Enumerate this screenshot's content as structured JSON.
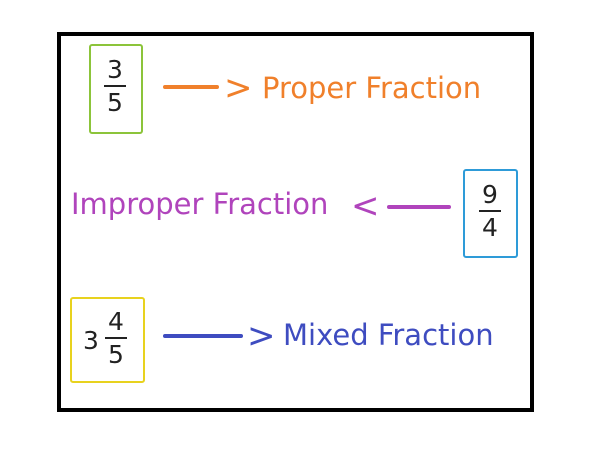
{
  "colors": {
    "proper": "#F0802B",
    "improper": "#B044BC",
    "mixed": "#3E4CC0",
    "proper_box": "#8CC43A",
    "improper_box": "#2E9BD8",
    "mixed_box": "#E8D21E"
  },
  "proper": {
    "numerator": "3",
    "denominator": "5",
    "arrow": ">",
    "label": "Proper Fraction"
  },
  "improper": {
    "numerator": "9",
    "denominator": "4",
    "arrow": "<",
    "label": "Improper Fraction"
  },
  "mixed": {
    "whole": "3",
    "numerator": "4",
    "denominator": "5",
    "arrow": ">",
    "label": "Mixed Fraction"
  }
}
